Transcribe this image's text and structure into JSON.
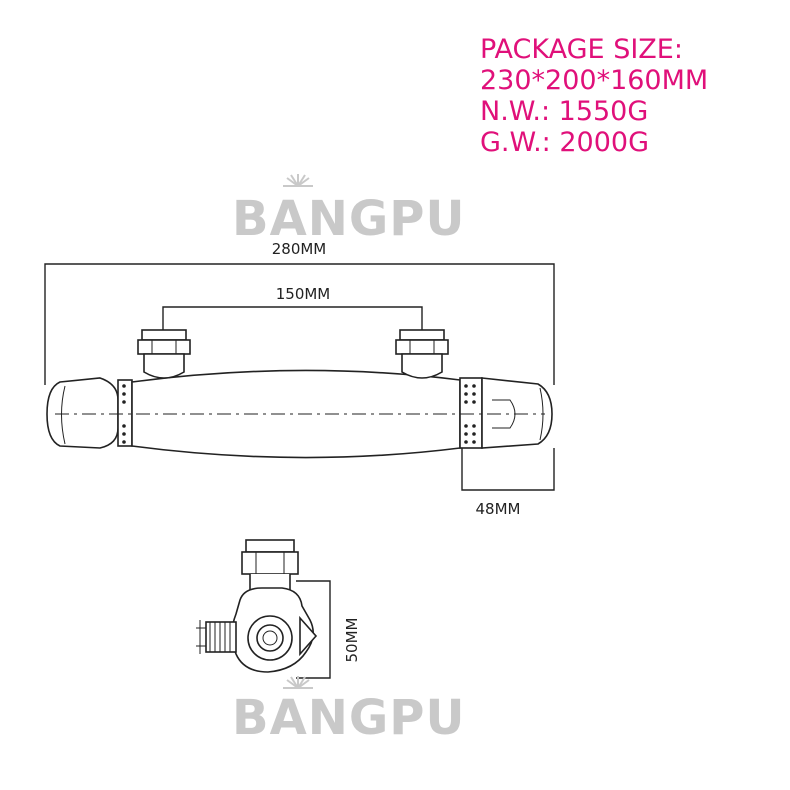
{
  "spec": {
    "package_size_label": "PACKAGE SIZE:",
    "package_size_value": "230*200*160MM",
    "net_weight": "N.W.: 1550G",
    "gross_weight": "G.W.: 2000G",
    "color": "#e0107a"
  },
  "watermark": {
    "brand": "BANGPU",
    "color": "#c9c9c9"
  },
  "dimensions": {
    "overall_length": "280MM",
    "inlet_spacing": "150MM",
    "end_cap": "48MM",
    "side_depth": "50MM"
  }
}
